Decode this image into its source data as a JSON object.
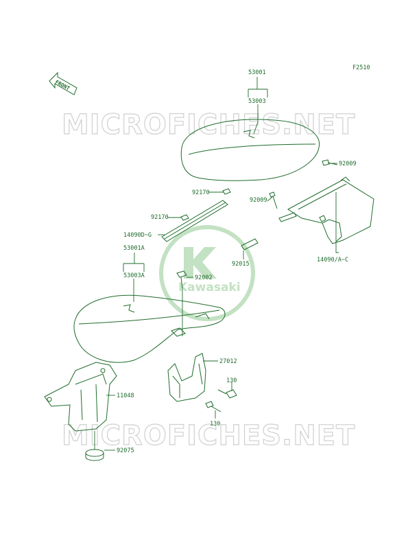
{
  "figure_code": "F2510",
  "front_label": "FRONT",
  "watermarks": [
    "MICROFICHES.NET",
    "MICROFICHES.NET"
  ],
  "logo_text": "Kawasaki",
  "parts": [
    {
      "id": "p53001",
      "label": "53001"
    },
    {
      "id": "p53003",
      "label": "53003"
    },
    {
      "id": "p92009a",
      "label": "92009"
    },
    {
      "id": "p92170a",
      "label": "92170"
    },
    {
      "id": "p92009b",
      "label": "92009"
    },
    {
      "id": "p92170b",
      "label": "92170"
    },
    {
      "id": "p14090d",
      "label": "14090D~G"
    },
    {
      "id": "p53001a",
      "label": "53001A"
    },
    {
      "id": "p92015",
      "label": "92015"
    },
    {
      "id": "p14090a",
      "label": "14090/A~C"
    },
    {
      "id": "p53003a",
      "label": "53003A"
    },
    {
      "id": "p92002",
      "label": "92002"
    },
    {
      "id": "p27012",
      "label": "27012"
    },
    {
      "id": "p11048",
      "label": "11048"
    },
    {
      "id": "p130a",
      "label": "130"
    },
    {
      "id": "p130b",
      "label": "130"
    },
    {
      "id": "p92075",
      "label": "92075"
    }
  ]
}
